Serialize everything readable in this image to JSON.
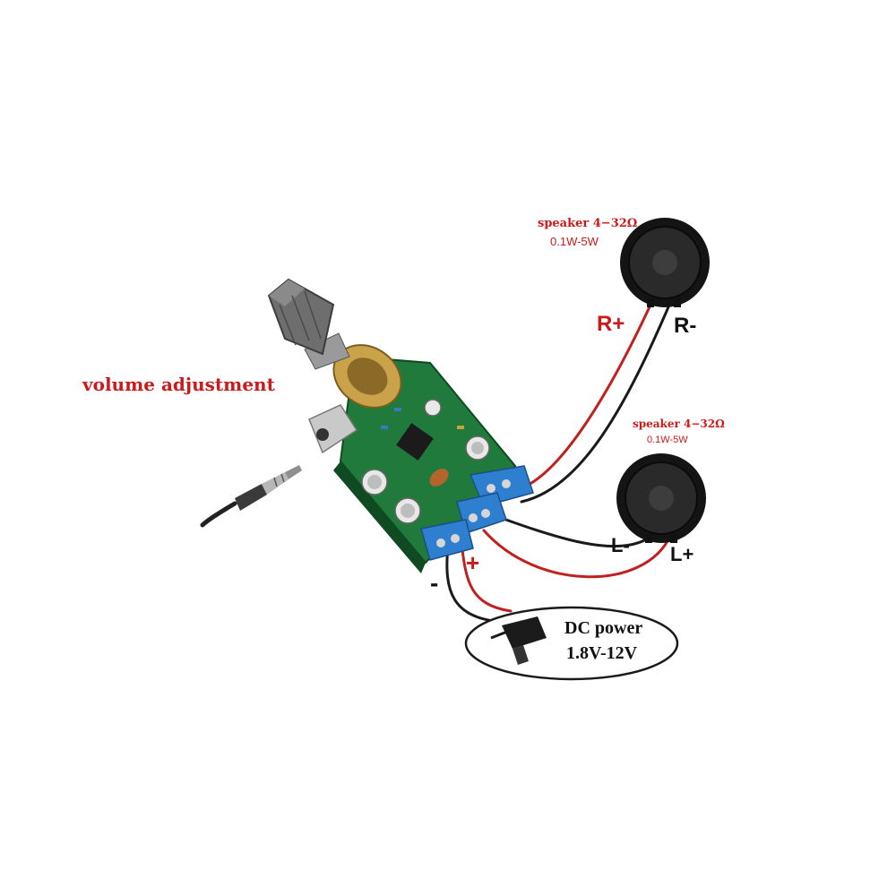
{
  "colors": {
    "red_label": "#cc1a1a",
    "black_label": "#111111",
    "red_wire": "#c0201e",
    "black_wire": "#1a1a1a",
    "pcb": "#1f7a3c",
    "terminal": "#2f7fd0"
  },
  "labels": {
    "volume": "volume adjustment",
    "speaker_right": {
      "title": "speaker 4−32Ω",
      "power": "0.1W-5W"
    },
    "speaker_left": {
      "title": "speaker 4−32Ω",
      "power": "0.1W-5W"
    },
    "r_plus": "R+",
    "r_minus": "R-",
    "l_minus": "L-",
    "l_plus": "L+",
    "minus": "-",
    "plus": "+",
    "dc_power": "DC power",
    "dc_voltage": "1.8V-12V"
  },
  "icons": [
    "volume-knob-icon",
    "audio-jack-icon",
    "speaker-icon",
    "dc-adapter-icon"
  ]
}
